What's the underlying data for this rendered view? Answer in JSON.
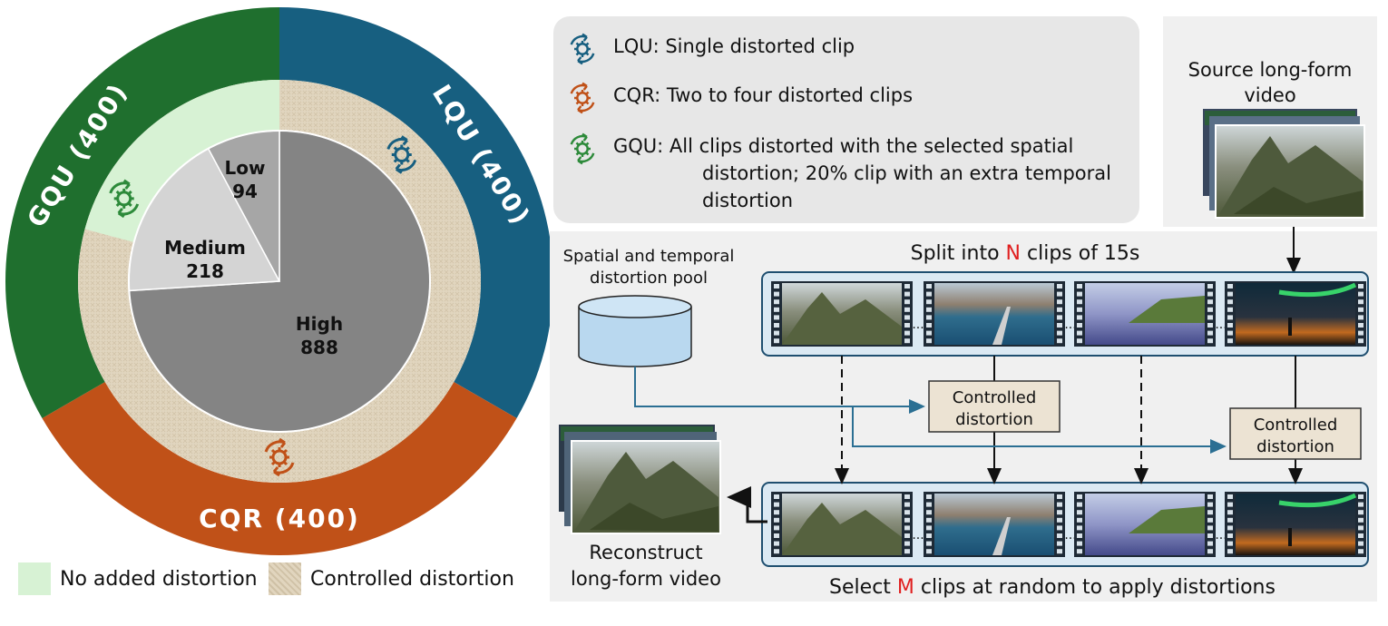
{
  "chart_data": {
    "type": "pie",
    "title": "",
    "outer_ring": {
      "series": [
        {
          "label": "LQU (400)",
          "value": 400,
          "color": "#175f80"
        },
        {
          "label": "CQR (400)",
          "value": 400,
          "color": "#c05118"
        },
        {
          "label": "GQU (400)",
          "value": 400,
          "color": "#1f6f2e"
        }
      ]
    },
    "middle_ring": {
      "series": [
        {
          "label": "Controlled distortion",
          "value": 1200,
          "color": "#e1d5be"
        }
      ]
    },
    "inner_pie": {
      "series": [
        {
          "label": "High",
          "value": 888,
          "color": "#848484"
        },
        {
          "label": "Medium",
          "value": 218,
          "color": "#d4d4d4"
        },
        {
          "label": "Low",
          "value": 94,
          "color": "#a6a6a6"
        }
      ]
    },
    "legend": [
      {
        "label": "No added distortion",
        "color": "#d7f2d4"
      },
      {
        "label": "Controlled distortion",
        "color": "#e1d5be"
      }
    ]
  },
  "colors": {
    "lqu": "#175f80",
    "cqr": "#c05118",
    "gqu": "#1f6f2e",
    "no_distortion": "#d7f2d4",
    "controlled": "#e1d5be",
    "panel_bg": "#f0f0f0",
    "info_bg": "#e7e7e7",
    "strip_fill": "#dbe9f3",
    "strip_border": "#1f4f70",
    "cylinder": "#b9d8ef",
    "box_fill": "#ece3d3",
    "arrow_teal": "#2b6f93",
    "highlight_red": "#e02020"
  },
  "icons": {
    "ring_icon": "gear-refresh-icon",
    "film_icon": "film-strip-icon"
  },
  "info": {
    "items": [
      {
        "key": "lqu",
        "lines": [
          "LQU: Single distorted clip"
        ]
      },
      {
        "key": "cqr",
        "lines": [
          "CQR: Two to four distorted clips"
        ]
      },
      {
        "key": "gqu",
        "lines": [
          "GQU: All clips distorted with the selected spatial",
          "distortion; 20% clip with an extra temporal",
          "distortion"
        ]
      }
    ]
  },
  "pipeline": {
    "source_label": [
      "Source long-form",
      "video"
    ],
    "pool_label": [
      "Spatial and temporal",
      "distortion pool"
    ],
    "split_label": {
      "prefix": "Split into ",
      "var": "N",
      "suffix": " clips of 15s"
    },
    "select_label": {
      "prefix": "Select ",
      "var": "M",
      "suffix": " clips at random to apply distortions"
    },
    "controlled_box": [
      "Controlled",
      "distortion"
    ],
    "reconstruct_label": [
      "Reconstruct",
      "long-form video"
    ],
    "dots": "..."
  }
}
